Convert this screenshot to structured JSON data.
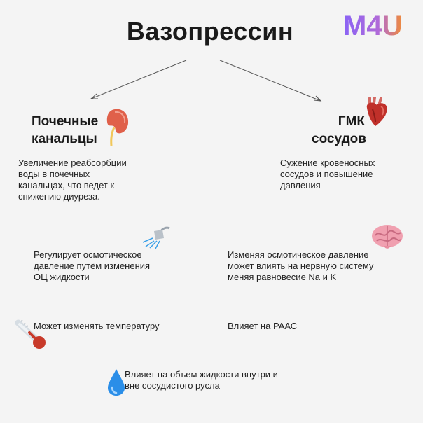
{
  "logo": {
    "text": "M4U"
  },
  "title": "Вазопрессин",
  "left": {
    "heading": [
      "Почечные",
      "канальцы"
    ],
    "description": [
      "Увеличение реабсорбции",
      "воды в почечных",
      "канальцах, что ведет к",
      "снижению диуреза."
    ],
    "icon": "kidney-icon"
  },
  "right": {
    "heading": [
      "ГМК",
      "сосудов"
    ],
    "description": [
      "Сужение кровеносных",
      "сосудов и повышение",
      "давления"
    ],
    "icon": "heart-icon"
  },
  "facts": {
    "osmotic": [
      "Регулирует осмотическое",
      "давление путём изменения",
      "ОЦ жидкости"
    ],
    "nervous": [
      "Изменяя осмотическое давление",
      "может влиять на нервную систему",
      "меняя равновесие Na и K"
    ],
    "temperature": "Может изменять температуру",
    "raas": "Влияет на РААС",
    "volume": [
      "Влияет на объем жидкости внутри и",
      "вне сосудистого русла"
    ]
  },
  "colors": {
    "logo_gradient_start": "#8a63f5",
    "logo_gradient_end": "#f08b3a",
    "kidney": "#e0604a",
    "heart": "#c0302a",
    "brain": "#f0a0b0",
    "water_drop": "#2a8ee8",
    "thermometer": "#c83a2a"
  }
}
